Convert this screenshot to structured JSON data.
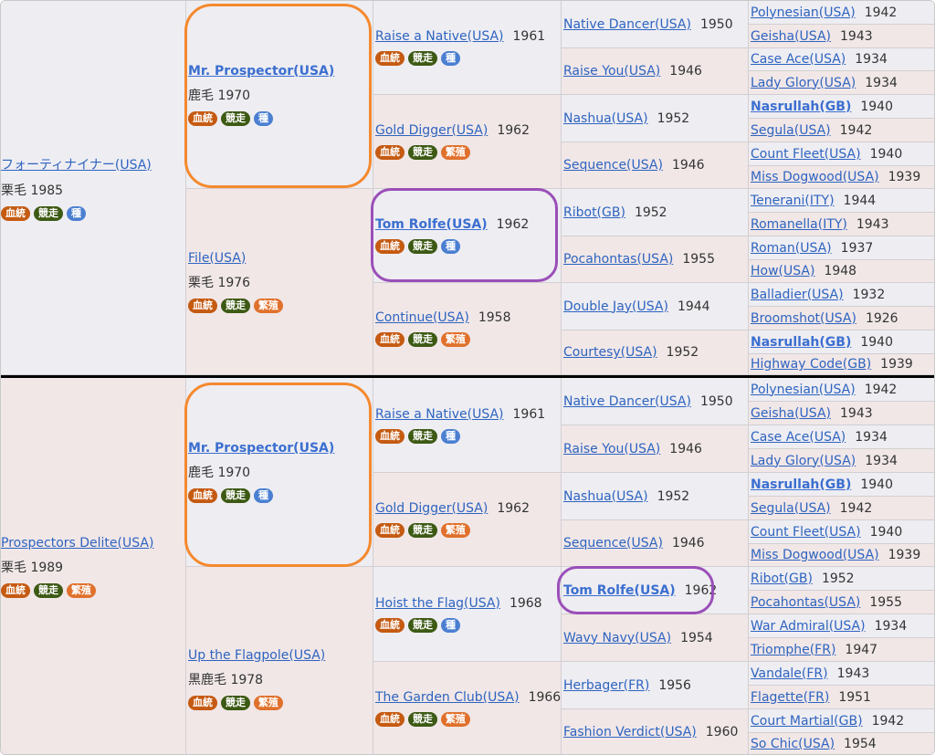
{
  "badge_labels": {
    "ketto": "血統",
    "kyoso": "競走",
    "shu": "種",
    "hanshoku": "繁殖"
  },
  "colors": {
    "male_bg": "#eeedf2",
    "female_bg": "#f1e7e7",
    "link": "#2e64c0",
    "highlight_orange": "#f5892e",
    "highlight_purple": "#9a4fb8"
  },
  "top": {
    "g1": {
      "name": "フォーティナイナー(USA)",
      "info": "栗毛 1985"
    },
    "g2": [
      {
        "name": "Mr. Prospector(USA)",
        "info": "鹿毛 1970"
      },
      {
        "name": "File(USA)",
        "info": "栗毛 1976"
      }
    ],
    "g3": [
      {
        "name": "Raise a Native(USA)",
        "year": "1961"
      },
      {
        "name": "Gold Digger(USA)",
        "year": "1962"
      },
      {
        "name": "Tom Rolfe(USA)",
        "year": "1962"
      },
      {
        "name": "Continue(USA)",
        "year": "1958"
      }
    ],
    "g4": [
      {
        "name": "Native Dancer(USA)",
        "year": "1950"
      },
      {
        "name": "Raise You(USA)",
        "year": "1946"
      },
      {
        "name": "Nashua(USA)",
        "year": "1952"
      },
      {
        "name": "Sequence(USA)",
        "year": "1946"
      },
      {
        "name": "Ribot(GB)",
        "year": "1952"
      },
      {
        "name": "Pocahontas(USA)",
        "year": "1955"
      },
      {
        "name": "Double Jay(USA)",
        "year": "1944"
      },
      {
        "name": "Courtesy(USA)",
        "year": "1952"
      }
    ],
    "g5": [
      {
        "name": "Polynesian(USA)",
        "year": "1942"
      },
      {
        "name": "Geisha(USA)",
        "year": "1943"
      },
      {
        "name": "Case Ace(USA)",
        "year": "1934"
      },
      {
        "name": "Lady Glory(USA)",
        "year": "1934"
      },
      {
        "name": "Nasrullah(GB)",
        "year": "1940"
      },
      {
        "name": "Segula(USA)",
        "year": "1942"
      },
      {
        "name": "Count Fleet(USA)",
        "year": "1940"
      },
      {
        "name": "Miss Dogwood(USA)",
        "year": "1939"
      },
      {
        "name": "Tenerani(ITY)",
        "year": "1944"
      },
      {
        "name": "Romanella(ITY)",
        "year": "1943"
      },
      {
        "name": "Roman(USA)",
        "year": "1937"
      },
      {
        "name": "How(USA)",
        "year": "1948"
      },
      {
        "name": "Balladier(USA)",
        "year": "1932"
      },
      {
        "name": "Broomshot(USA)",
        "year": "1926"
      },
      {
        "name": "Nasrullah(GB)",
        "year": "1940"
      },
      {
        "name": "Highway Code(GB)",
        "year": "1939"
      }
    ]
  },
  "bottom": {
    "g1": {
      "name": "Prospectors Delite(USA)",
      "info": "栗毛 1989"
    },
    "g2": [
      {
        "name": "Mr. Prospector(USA)",
        "info": "鹿毛 1970"
      },
      {
        "name": "Up the Flagpole(USA)",
        "info": "黒鹿毛 1978"
      }
    ],
    "g3": [
      {
        "name": "Raise a Native(USA)",
        "year": "1961"
      },
      {
        "name": "Gold Digger(USA)",
        "year": "1962"
      },
      {
        "name": "Hoist the Flag(USA)",
        "year": "1968"
      },
      {
        "name": "The Garden Club(USA)",
        "year": "1966"
      }
    ],
    "g4": [
      {
        "name": "Native Dancer(USA)",
        "year": "1950"
      },
      {
        "name": "Raise You(USA)",
        "year": "1946"
      },
      {
        "name": "Nashua(USA)",
        "year": "1952"
      },
      {
        "name": "Sequence(USA)",
        "year": "1946"
      },
      {
        "name": "Tom Rolfe(USA)",
        "year": "1962"
      },
      {
        "name": "Wavy Navy(USA)",
        "year": "1954"
      },
      {
        "name": "Herbager(FR)",
        "year": "1956"
      },
      {
        "name": "Fashion Verdict(USA)",
        "year": "1960"
      }
    ],
    "g5": [
      {
        "name": "Polynesian(USA)",
        "year": "1942"
      },
      {
        "name": "Geisha(USA)",
        "year": "1943"
      },
      {
        "name": "Case Ace(USA)",
        "year": "1934"
      },
      {
        "name": "Lady Glory(USA)",
        "year": "1934"
      },
      {
        "name": "Nasrullah(GB)",
        "year": "1940"
      },
      {
        "name": "Segula(USA)",
        "year": "1942"
      },
      {
        "name": "Count Fleet(USA)",
        "year": "1940"
      },
      {
        "name": "Miss Dogwood(USA)",
        "year": "1939"
      },
      {
        "name": "Ribot(GB)",
        "year": "1952"
      },
      {
        "name": "Pocahontas(USA)",
        "year": "1955"
      },
      {
        "name": "War Admiral(USA)",
        "year": "1934"
      },
      {
        "name": "Triomphe(FR)",
        "year": "1947"
      },
      {
        "name": "Vandale(FR)",
        "year": "1943"
      },
      {
        "name": "Flagette(FR)",
        "year": "1951"
      },
      {
        "name": "Court Martial(GB)",
        "year": "1942"
      },
      {
        "name": "So Chic(USA)",
        "year": "1954"
      }
    ]
  }
}
